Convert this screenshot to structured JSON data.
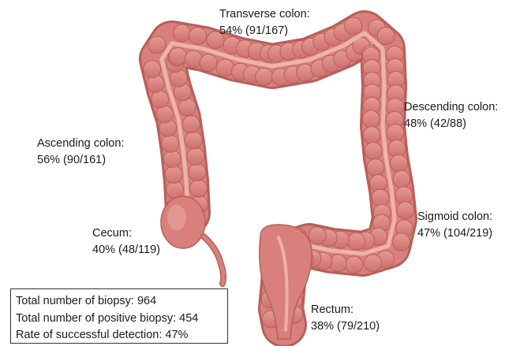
{
  "segments": {
    "transverse": {
      "name": "Transverse colon:",
      "stat": "54% (91/167)"
    },
    "descending": {
      "name": "Descending colon:",
      "stat": "48% (42/88)"
    },
    "ascending": {
      "name": "Ascending colon:",
      "stat": "56% (90/161)"
    },
    "sigmoid": {
      "name": "Sigmoid colon:",
      "stat": "47% (104/219)"
    },
    "cecum": {
      "name": "Cecum:",
      "stat": "40% (48/119)"
    },
    "rectum": {
      "name": "Rectum:",
      "stat": "38% (79/210)"
    }
  },
  "summary": {
    "total_biopsy": "Total number of biopsy: 964",
    "positive_biopsy": "Total number of positive biopsy: 454",
    "detection_rate": "Rate of successful detection: 47%"
  },
  "colors": {
    "tissue": "#d9807c",
    "tissue_dark": "#b75f5c",
    "tissue_light": "#eaa7a1",
    "inner_stripe": "#f0bcb5"
  }
}
